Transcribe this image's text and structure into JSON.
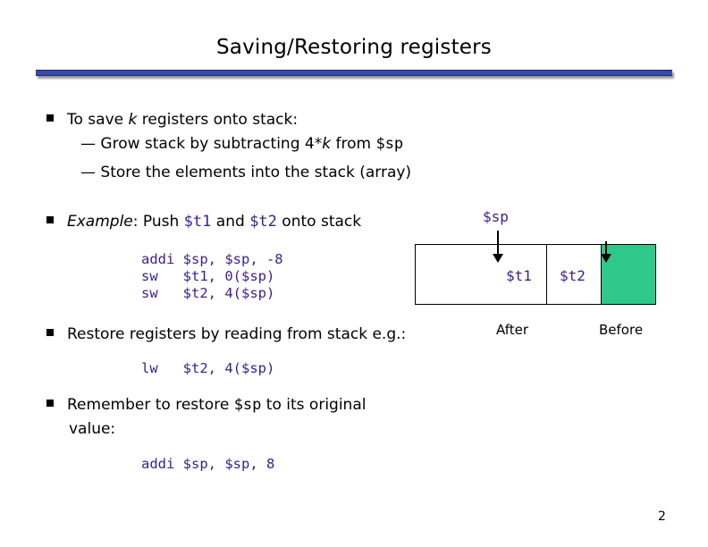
{
  "title": "Saving/Restoring registers",
  "bullets": {
    "b1_pre": "To save ",
    "b1_k": "k",
    "b1_post": " registers onto stack:",
    "s1_pre": "— Grow stack by subtracting 4*",
    "s1_k": "k",
    "s1_mid": " from ",
    "s1_sp": "$sp",
    "s2": "— Store the elements into the stack (array)",
    "b2_example": "Example",
    "b2_pre": ": Push ",
    "b2_t1": "$t1",
    "b2_and": " and ",
    "b2_t2": "$t2",
    "b2_post": " onto stack",
    "b3": "Restore registers by reading from stack e.g.:",
    "b4_pre": "Remember to restore ",
    "b4_sp": "$sp",
    "b4_post": " to its original",
    "b4_line2": "value:"
  },
  "code": {
    "push": "addi $sp, $sp, -8\nsw   $t1, 0($sp)\nsw   $t2, 4($sp)",
    "restore": "lw   $t2, 4($sp)",
    "final": "addi $sp, $sp, 8"
  },
  "diagram": {
    "sp_label": "$sp",
    "t1_label": "$t1",
    "t2_label": "$t2",
    "after_label": "After",
    "before_label": "Before",
    "filled_color": "#2ec88a"
  },
  "page_number": "2",
  "colors": {
    "code": "#3a1f8c",
    "rule": "#3a4aa8"
  }
}
